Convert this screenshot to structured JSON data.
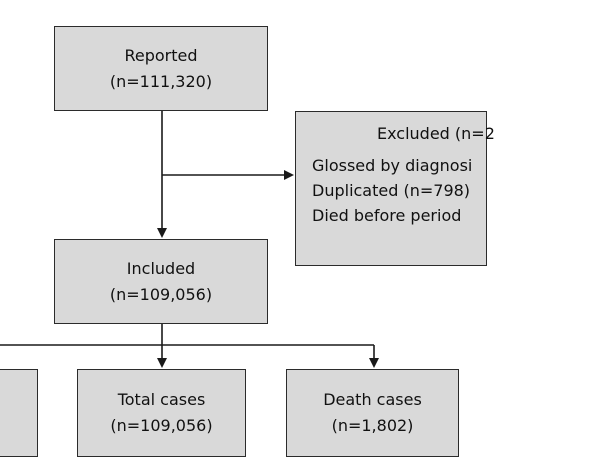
{
  "flow": {
    "reported": {
      "label": "Reported",
      "count": "(n=111,320)"
    },
    "excluded": {
      "label": "Excluded (n=2",
      "items": [
        "Glossed by diagnosi",
        "Duplicated (n=798)",
        "Died before period"
      ]
    },
    "included": {
      "label": "Included",
      "count": "(n=109,056)"
    },
    "total_cases": {
      "label": "Total cases",
      "count": "(n=109,056)"
    },
    "death_cases": {
      "label": "Death cases",
      "count": "(n=1,802)"
    }
  }
}
